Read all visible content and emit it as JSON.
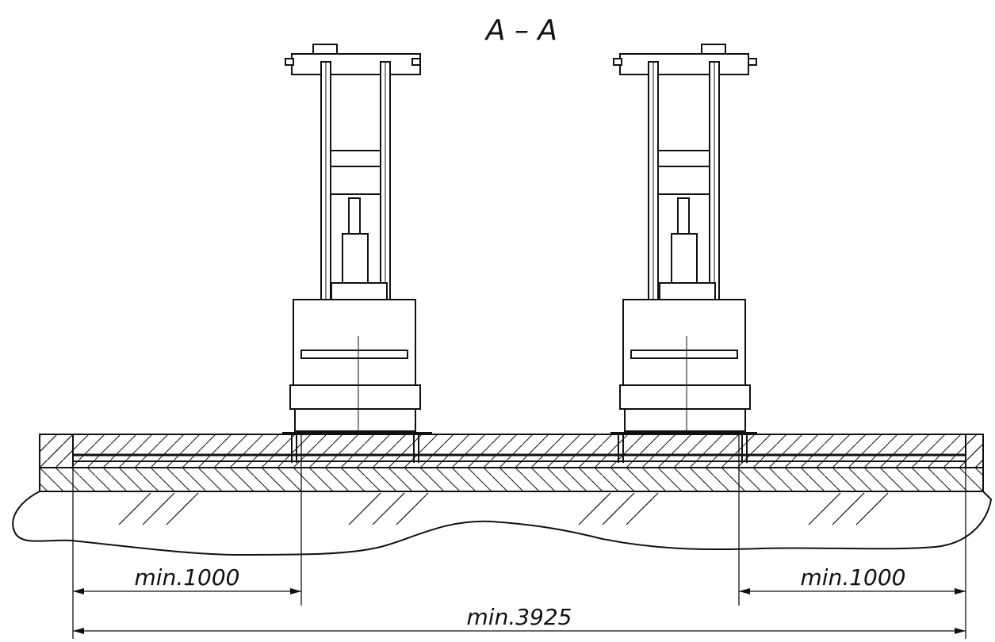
{
  "section_label": "A – A",
  "dimensions": {
    "left_clearance": "min.1000",
    "right_clearance": "min.1000",
    "overall_width": "min.3925"
  },
  "colors": {
    "line": "#111111",
    "background": "#ffffff"
  }
}
